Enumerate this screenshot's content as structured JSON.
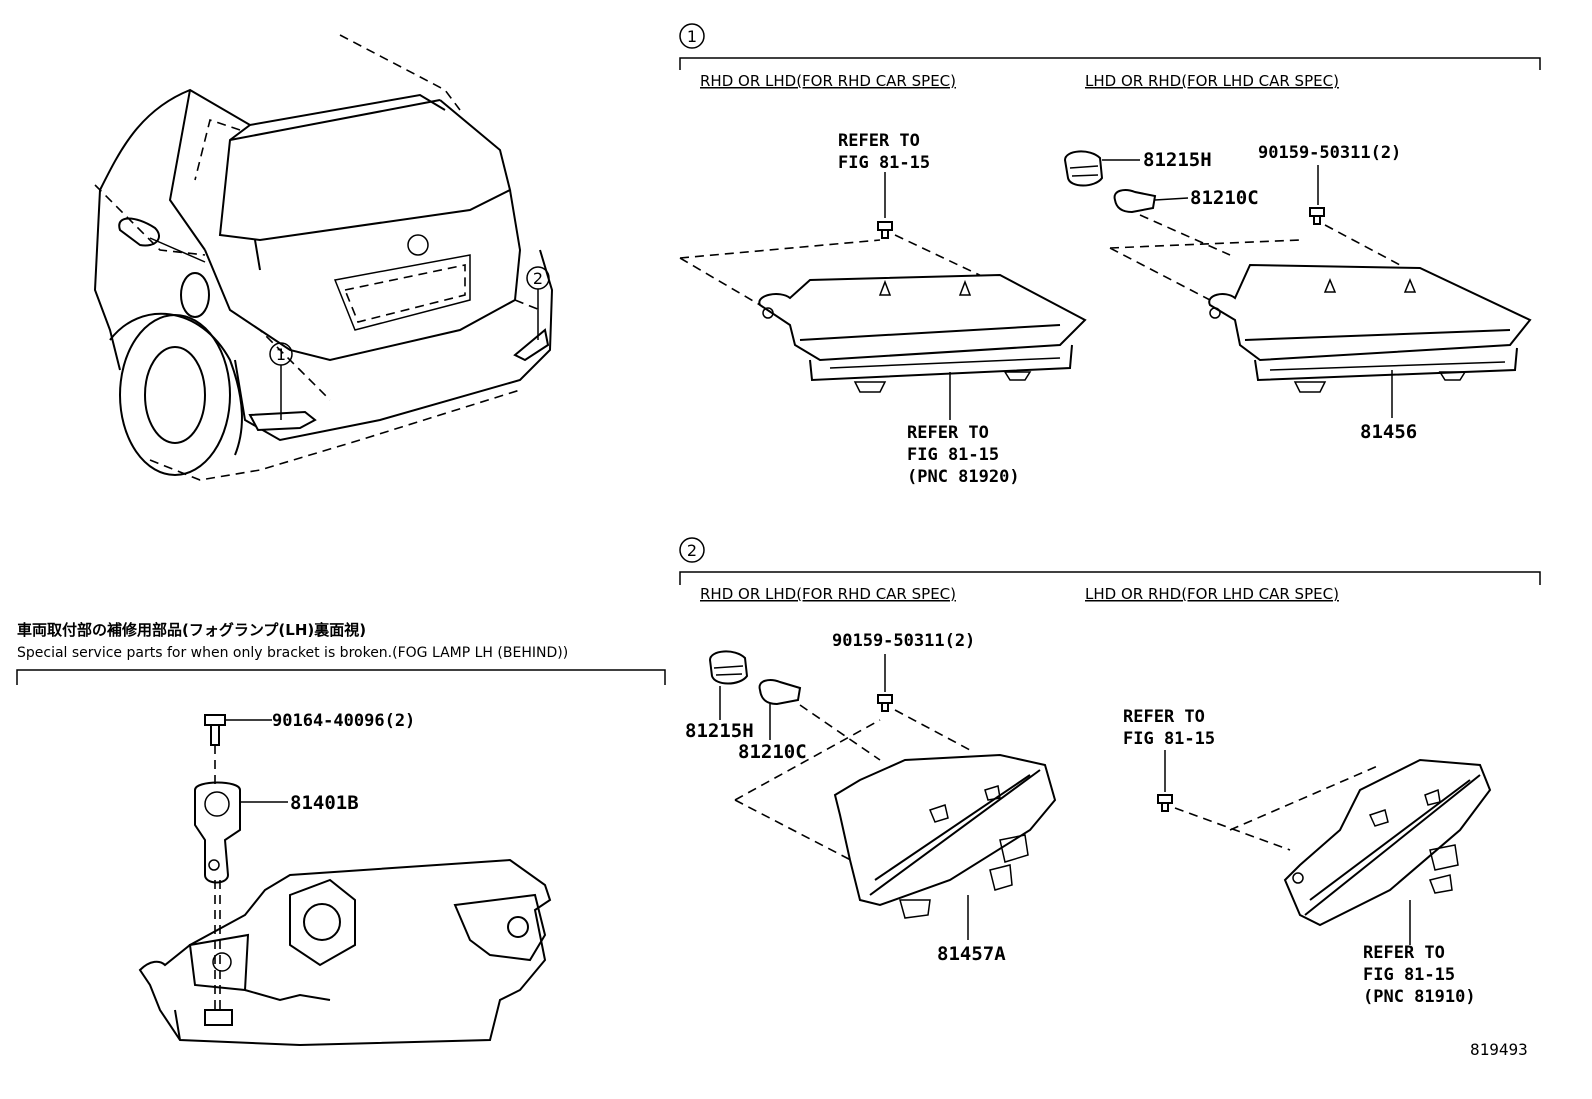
{
  "diagram_id": "819493",
  "section1": {
    "number": "1",
    "header_left": "RHD OR LHD(FOR RHD CAR SPEC)",
    "header_right": "LHD OR RHD(FOR LHD CAR SPEC)",
    "left": {
      "screw_ref_line1": "REFER TO",
      "screw_ref_line2": "FIG 81-15",
      "lamp_ref_line1": "REFER TO",
      "lamp_ref_line2": "FIG 81-15",
      "lamp_ref_line3": "(PNC 81920)"
    },
    "right": {
      "socket": "81215H",
      "bulb": "81210C",
      "screw": "90159-50311(2)",
      "lamp": "81456"
    }
  },
  "section2": {
    "number": "2",
    "header_left": "RHD OR LHD(FOR RHD CAR SPEC)",
    "header_right": "LHD OR RHD(FOR LHD CAR SPEC)",
    "left": {
      "socket": "81215H",
      "bulb": "81210C",
      "screw": "90159-50311(2)",
      "lamp": "81457A"
    },
    "right": {
      "screw_ref_line1": "REFER TO",
      "screw_ref_line2": "FIG 81-15",
      "lamp_ref_line1": "REFER TO",
      "lamp_ref_line2": "FIG 81-15",
      "lamp_ref_line3": "(PNC 81910)"
    }
  },
  "service_note": {
    "title_jp": "車両取付部の補修用部品(フォグランプ(LH)裏面視)",
    "title_en": "Special service parts for when only bracket is broken.(FOG LAMP LH (BEHIND))",
    "screw": "90164-40096(2)",
    "bracket": "81401B"
  },
  "car_callouts": [
    "1",
    "2"
  ]
}
